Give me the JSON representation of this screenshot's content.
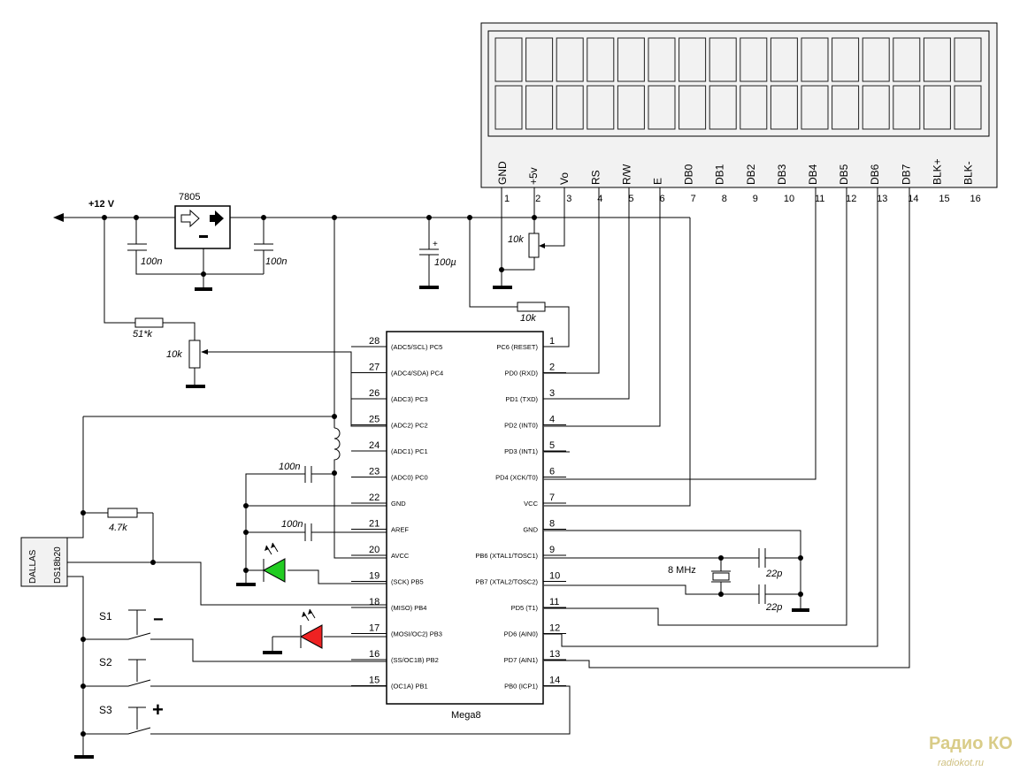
{
  "lcd": {
    "pin_names": [
      "GND",
      "+5v",
      "Vo",
      "RS",
      "R/W",
      "E",
      "DB0",
      "DB1",
      "DB2",
      "DB3",
      "DB4",
      "DB5",
      "DB6",
      "DB7",
      "BLK+",
      "BLK-"
    ],
    "pin_numbers": [
      "1",
      "2",
      "3",
      "4",
      "5",
      "6",
      "7",
      "8",
      "9",
      "10",
      "11",
      "12",
      "13",
      "14",
      "15",
      "16"
    ]
  },
  "power": {
    "input_label": "+12 V",
    "regulator_label": "7805",
    "c1_label": "100n",
    "c2_label": "100n",
    "c3_label": "100µ",
    "c3_plus": "+",
    "contrast_pot_label": "10k",
    "reset_res_label": "10k"
  },
  "mcu": {
    "name": "Mega8",
    "left_pins": [
      {
        "num": "28",
        "name": "(ADC5/SCL) PC5"
      },
      {
        "num": "27",
        "name": "(ADC4/SDA) PC4"
      },
      {
        "num": "26",
        "name": "(ADC3) PC3"
      },
      {
        "num": "25",
        "name": "(ADC2) PC2"
      },
      {
        "num": "24",
        "name": "(ADC1) PC1"
      },
      {
        "num": "23",
        "name": "(ADC0) PC0"
      },
      {
        "num": "22",
        "name": "GND"
      },
      {
        "num": "21",
        "name": "AREF"
      },
      {
        "num": "20",
        "name": "AVCC"
      },
      {
        "num": "19",
        "name": "(SCK) PB5"
      },
      {
        "num": "18",
        "name": "(MISO) PB4"
      },
      {
        "num": "17",
        "name": "(MOSI/OC2) PB3"
      },
      {
        "num": "16",
        "name": "(SS/OC1B) PB2"
      },
      {
        "num": "15",
        "name": "(OC1A) PB1"
      }
    ],
    "right_pins": [
      {
        "num": "1",
        "name": "PC6 (RESET)"
      },
      {
        "num": "2",
        "name": "PD0 (RXD)"
      },
      {
        "num": "3",
        "name": "PD1 (TXD)"
      },
      {
        "num": "4",
        "name": "PD2 (INT0)"
      },
      {
        "num": "5",
        "name": "PD3 (INT1)"
      },
      {
        "num": "6",
        "name": "PD4 (XCK/T0)"
      },
      {
        "num": "7",
        "name": "VCC"
      },
      {
        "num": "8",
        "name": "GND"
      },
      {
        "num": "9",
        "name": "PB6 (XTAL1/TOSC1)"
      },
      {
        "num": "10",
        "name": "PB7 (XTAL2/TOSC2)"
      },
      {
        "num": "11",
        "name": "PD5 (T1)"
      },
      {
        "num": "12",
        "name": "PD6 (AIN0)"
      },
      {
        "num": "13",
        "name": "PD7 (AIN1)"
      },
      {
        "num": "14",
        "name": "PB0 (ICP1)"
      }
    ]
  },
  "analog": {
    "res_label": "51*k",
    "pot_label": "10k",
    "cap_avcc_label": "100n",
    "cap_aref_label": "100n"
  },
  "crystal": {
    "label": "8 MHz",
    "c_top": "22p",
    "c_bottom": "22p"
  },
  "sensor": {
    "brand": "DALLAS",
    "model": "DS18b20",
    "pullup_label": "4.7k"
  },
  "buttons": {
    "s1": "S1",
    "s2": "S2",
    "s3": "S3",
    "minus": "−",
    "plus": "+"
  },
  "watermark": {
    "logo": "Радио КОТ",
    "url": "radiokot.ru"
  },
  "colors": {
    "led_green": "#22cc22",
    "led_red": "#ee2222",
    "lcd_fill": "#f2f2f2"
  }
}
